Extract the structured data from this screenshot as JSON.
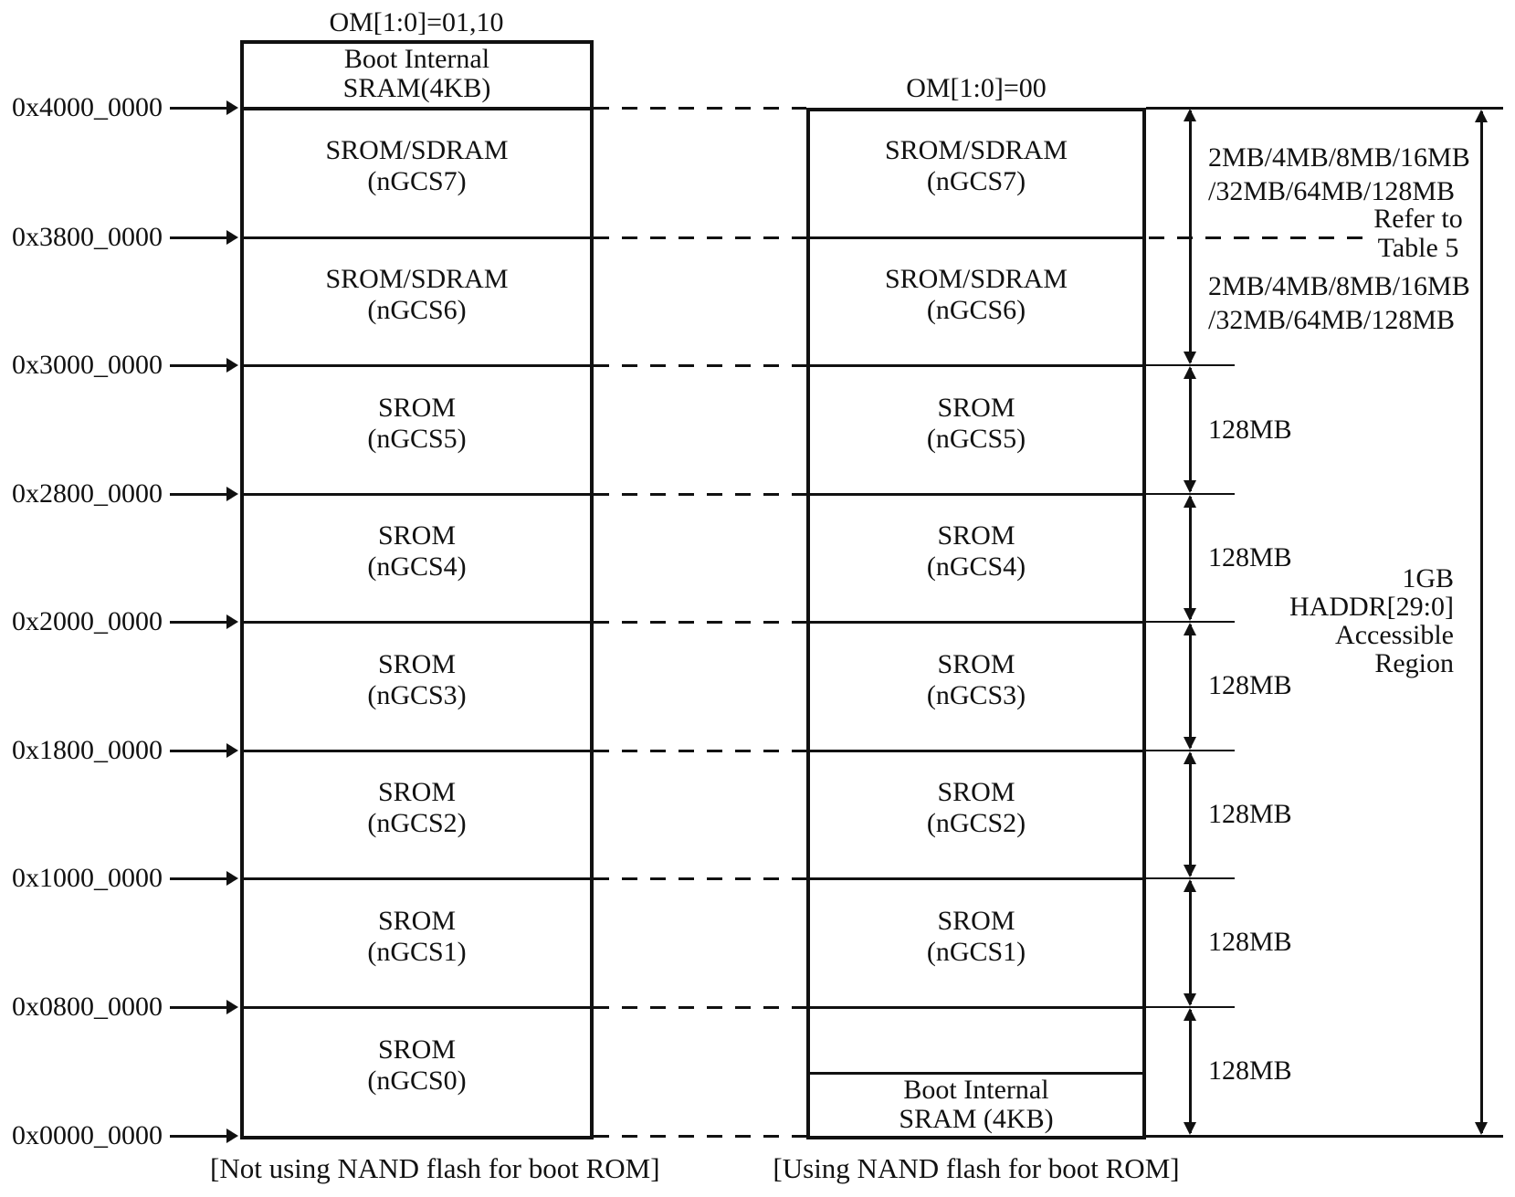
{
  "figure": {
    "left_mode_label": "OM[1:0]=01,10",
    "right_mode_label": "OM[1:0]=00",
    "address_labels": [
      "0x4000_0000",
      "0x3800_0000",
      "0x3000_0000",
      "0x2800_0000",
      "0x2000_0000",
      "0x1800_0000",
      "0x1000_0000",
      "0x0800_0000",
      "0x0000_0000"
    ],
    "left_column": {
      "boot_box": {
        "line1": "Boot Internal",
        "line2": "SRAM(4KB)"
      },
      "regions": [
        {
          "line1": "SROM/SDRAM",
          "line2": "(nGCS7)"
        },
        {
          "line1": "SROM/SDRAM",
          "line2": "(nGCS6)"
        },
        {
          "line1": "SROM",
          "line2": "(nGCS5)"
        },
        {
          "line1": "SROM",
          "line2": "(nGCS4)"
        },
        {
          "line1": "SROM",
          "line2": "(nGCS3)"
        },
        {
          "line1": "SROM",
          "line2": "(nGCS2)"
        },
        {
          "line1": "SROM",
          "line2": "(nGCS1)"
        },
        {
          "line1": "SROM",
          "line2": "(nGCS0)"
        }
      ],
      "caption": "[Not using NAND flash for boot ROM]"
    },
    "right_column": {
      "regions": [
        {
          "line1": "SROM/SDRAM",
          "line2": "(nGCS7)"
        },
        {
          "line1": "SROM/SDRAM",
          "line2": "(nGCS6)"
        },
        {
          "line1": "SROM",
          "line2": "(nGCS5)"
        },
        {
          "line1": "SROM",
          "line2": "(nGCS4)"
        },
        {
          "line1": "SROM",
          "line2": "(nGCS3)"
        },
        {
          "line1": "SROM",
          "line2": "(nGCS2)"
        },
        {
          "line1": "SROM",
          "line2": "(nGCS1)"
        }
      ],
      "boot_box": {
        "line1": "Boot Internal",
        "line2": "SRAM (4KB)"
      },
      "caption": "[Using NAND flash for boot ROM]"
    },
    "annotations": {
      "variable_sizes": [
        {
          "line1": "2MB/4MB/8MB/16MB",
          "line2": "/32MB/64MB/128MB"
        },
        {
          "line1": "2MB/4MB/8MB/16MB",
          "line2": "/32MB/64MB/128MB"
        }
      ],
      "refer_note": {
        "line1": "Refer to",
        "line2": "Table 5"
      },
      "fixed_sizes": [
        "128MB",
        "128MB",
        "128MB",
        "128MB",
        "128MB",
        "128MB"
      ],
      "accessible_region": {
        "line1": "1GB",
        "line2": "HADDR[29:0]",
        "line3": "Accessible",
        "line4": "Region"
      }
    },
    "colors": {
      "ink": "#111111",
      "background": "#ffffff"
    }
  }
}
